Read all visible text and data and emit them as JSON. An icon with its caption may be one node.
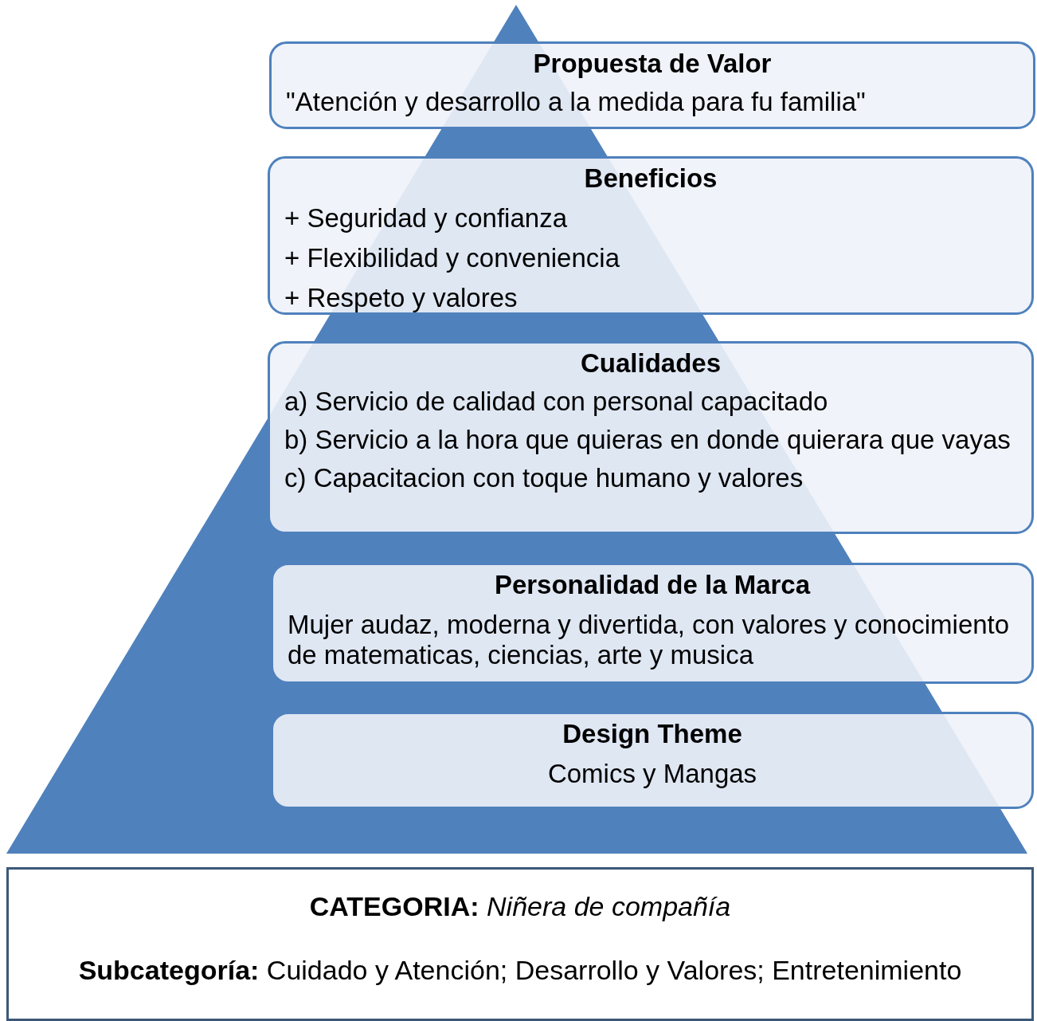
{
  "diagram": {
    "nodes": [
      {
        "text": [
          "Propuesta de Valor",
          "\"Atención y desarrollo a la medida para fu familia\""
        ]
      },
      {
        "text": [
          "Beneficios",
          "+ Seguridad y confianza",
          "+ Flexibilidad y conveniencia",
          "+ Respeto y valores"
        ]
      },
      {
        "text": [
          "Cualidades",
          "a) Servicio de calidad con personal capacitado",
          "b) Servicio a la hora que quieras en donde quierara que vayas",
          "c)  Capacitacion con toque humano y valores"
        ]
      },
      {
        "text": [
          "Personalidad de la Marca",
          "Mujer audaz, moderna y divertida, con valores y conocimiento de matematicas, ciencias, arte y musica"
        ]
      },
      {
        "text": [
          "Design Theme",
          "Comics y Mangas"
        ]
      },
      {
        "text": [
          "**CATEGORIA:** *Niñera de compañía*",
          "**Subcategoría:** Cuidado y Atención; Desarrollo y Valores; Entretenimiento"
        ]
      }
    ]
  }
}
